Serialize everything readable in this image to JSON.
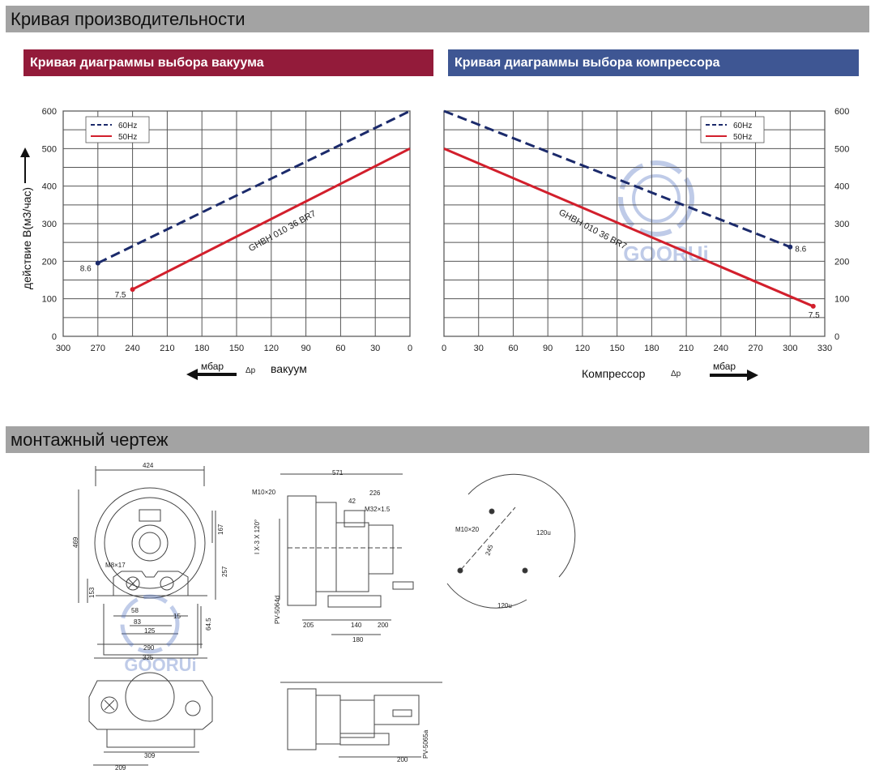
{
  "header": {
    "title": "Кривая производительности"
  },
  "drawing_header": {
    "title": "монтажный чертеж"
  },
  "chart_data": [
    {
      "type": "line",
      "title": "Кривая диаграммы выбора вакуума",
      "ylabel": "действие В(м3/час)",
      "xlabel": "вакуум",
      "x_unit": "мбар",
      "x_symbol": "Δp",
      "x_ticks": [
        "300",
        "270",
        "240",
        "210",
        "180",
        "150",
        "120",
        "90",
        "60",
        "30",
        "0"
      ],
      "y_ticks": [
        "0",
        "100",
        "200",
        "300",
        "400",
        "500",
        "600"
      ],
      "xlim": [
        300,
        0
      ],
      "ylim": [
        0,
        600
      ],
      "grid": true,
      "legend_position": "top-left",
      "model_label": "GHBH 010 36 BR7",
      "series": [
        {
          "name": "60Hz",
          "color": "#1b2a6b",
          "dash": true,
          "x": [
            270,
            0
          ],
          "y": [
            195,
            600
          ],
          "end_label": "8.6"
        },
        {
          "name": "50Hz",
          "color": "#d21f2c",
          "dash": false,
          "x": [
            240,
            0
          ],
          "y": [
            125,
            500
          ],
          "end_label": "7.5"
        }
      ]
    },
    {
      "type": "line",
      "title": "Кривая диаграммы выбора компрессора",
      "xlabel": "Компрессор",
      "x_unit": "мбар",
      "x_symbol": "Δp",
      "x_ticks": [
        "0",
        "30",
        "60",
        "90",
        "120",
        "150",
        "180",
        "210",
        "240",
        "270",
        "300",
        "330"
      ],
      "y_ticks": [
        "0",
        "100",
        "200",
        "300",
        "400",
        "500",
        "600"
      ],
      "xlim": [
        0,
        330
      ],
      "ylim": [
        0,
        600
      ],
      "grid": true,
      "legend_position": "top-right",
      "model_label": "GHBH 010 36 BR7",
      "watermark": "GOORUi",
      "series": [
        {
          "name": "60Hz",
          "color": "#1b2a6b",
          "dash": true,
          "x": [
            0,
            300
          ],
          "y": [
            600,
            238
          ],
          "end_label": "8.6"
        },
        {
          "name": "50Hz",
          "color": "#d21f2c",
          "dash": false,
          "x": [
            0,
            320
          ],
          "y": [
            500,
            80
          ],
          "end_label": "7.5"
        }
      ]
    }
  ],
  "drawing": {
    "watermark": "GOORUi",
    "dims": {
      "d424": "424",
      "d469": "469",
      "d167": "167",
      "d257": "257",
      "d153": "153",
      "d645": "64.5",
      "m8": "M8×17",
      "d58": "58",
      "d83": "83",
      "d125": "125",
      "d15": "15",
      "d290": "290",
      "d325": "325",
      "d309": "309",
      "d209": "209",
      "d571": "571",
      "d226": "226",
      "d42": "42",
      "m32": "M32×1.5",
      "m10a": "M10×20",
      "angle": "I  X-3 X 120°",
      "pv1": "PV-5064d",
      "d205": "205",
      "d140": "140",
      "d200a": "200",
      "d180": "180",
      "m10b": "M10×20",
      "d120a": "120u",
      "d120b": "120u",
      "d245": "245",
      "d200b": "200",
      "pv2": "PV-5065a"
    }
  }
}
